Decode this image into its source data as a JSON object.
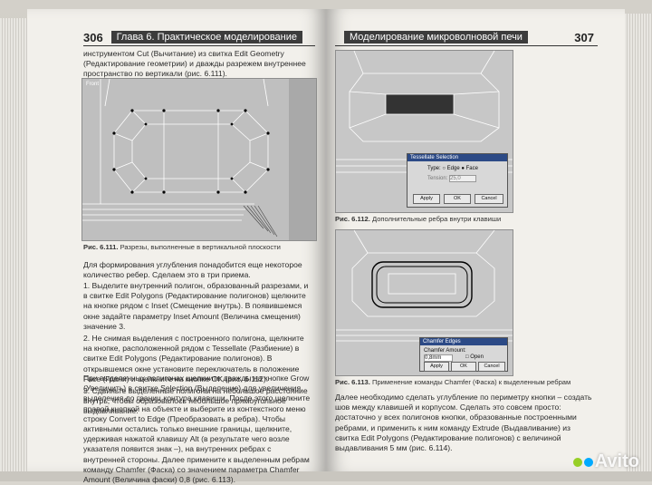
{
  "left_page": {
    "number": "306",
    "chapter": "Глава 6. Практическое моделирование",
    "intro": "инструментом Cut (Вычитание) из свитка Edit Geometry (Редактирование геометрии) и дважды разрежем внутреннее пространство по вертикали (рис. 6.111).",
    "fig_caption_num": "Рис. 6.111.",
    "fig_caption": " Разрезы, выполненные в вертикальной плоскости",
    "fig_label": "Front",
    "para1": "Для формирования углубления понадобится еще некоторое количество ребер. Сделаем это в три приема.",
    "step1": "1. Выделите внутренний полигон, образованный разрезами, и в свитке Edit Polygons (Редактирование полигонов) щелкните на кнопке рядом с Inset (Смещение внутрь). В появившемся окне задайте параметру Inset Amount (Величина смещения) значение 3.",
    "step2": "2. Не снимая выделения с построенного полигона, щелкните на кнопке, расположенной рядом с Tessellate (Разбиение) в свитке Edit Polygons (Редактирование полигонов). В открывшемся окне установите переключатель в положение Face (Грани) и щелкните на кнопке OK (рис. 6.112).",
    "step3": "3. Сдвиньте выделенные полигоны на небольшое расстояние внутрь, чтобы образовалось небольшое прямоугольное выдавливание.",
    "para2": "При выделенных полигонах щелкните дважды на кнопке Grow (Увеличить) в свитке Selection (Выделение) для увеличения выделения до границ контура клавиши. После этого щелкните правой кнопкой на объекте и выберите из контекстного меню строку Convert to Edge (Преобразовать в ребра). Чтобы активными остались только внешние границы, щелкните, удерживая нажатой клавишу Alt (в результате чего возле указателя появится знак –), на внутренних ребрах с внутренней стороны. Далее примените к выделенным ребрам команду Chamfer (Фаска) со значением параметра Chamfer Amount (Величина фаски) 0,8 (рис. 6.113)."
  },
  "right_page": {
    "number": "307",
    "chapter": "Моделирование микроволновой печи",
    "fig112_caption_num": "Рис. 6.112.",
    "fig112_caption": " Дополнительные ребра внутри клавиши",
    "fig113_caption_num": "Рис. 6.113.",
    "fig113_caption": " Применение команды Chamfer (Фаска) к выделенным ребрам",
    "para": "Далее необходимо сделать углубление по периметру кнопки – создать шов между клавишей и корпусом. Сделать это совсем просто: достаточно у всех полигонов кнопки, образованные построенными ребрами, и применить к ним команду Extrude (Выдавливание) из свитка Edit Polygons (Редактирование полигонов) с величиной выдавливания 5 мм (рис. 6.114)."
  },
  "dialog_tessellate": {
    "title": "Tessellate Selection",
    "type_label": "Type:",
    "opt_edge": "Edge",
    "opt_face": "Face",
    "tension_label": "Tension:",
    "tension_value": "25,0",
    "apply": "Apply",
    "ok": "OK",
    "cancel": "Cancel"
  },
  "dialog_chamfer": {
    "title": "Chamfer Edges",
    "amount_label": "Chamfer Amount:",
    "amount_value": "0,8mm",
    "open_label": "Open",
    "apply": "Apply",
    "ok": "OK",
    "cancel": "Cancel"
  },
  "watermark": "Avito"
}
